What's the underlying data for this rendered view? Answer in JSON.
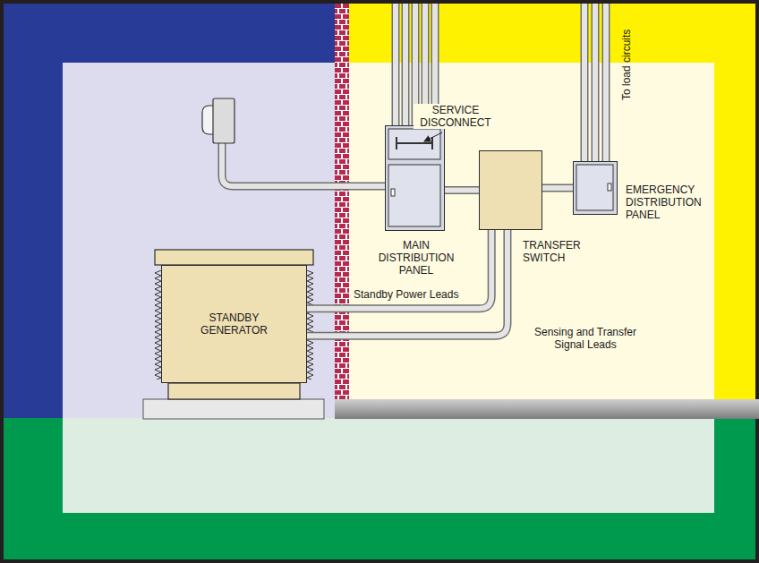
{
  "diagram": {
    "nodes": [
      {
        "text": [
          "MAIN DISTRIBUTION PANEL"
        ]
      },
      {
        "text": [
          "TRANSFER SWITCH"
        ]
      },
      {
        "text": [
          "EMERGENCY DISTRIBUTION PANEL"
        ]
      },
      {
        "text": [
          "STANDBY GENERATOR"
        ]
      }
    ],
    "edges": [
      {
        "from": 0,
        "to": 1,
        "arrow": "none"
      },
      {
        "from": 1,
        "to": 2,
        "arrow": "none"
      },
      {
        "from": 3,
        "to": 1,
        "arrow": "none",
        "label": "Standby Power Leads"
      },
      {
        "from": 3,
        "to": 1,
        "arrow": "none",
        "label": "Sensing and Transfer Signal Leads"
      }
    ],
    "labels": [
      "SERVICE DISCONNECT",
      "To load circuits"
    ]
  }
}
